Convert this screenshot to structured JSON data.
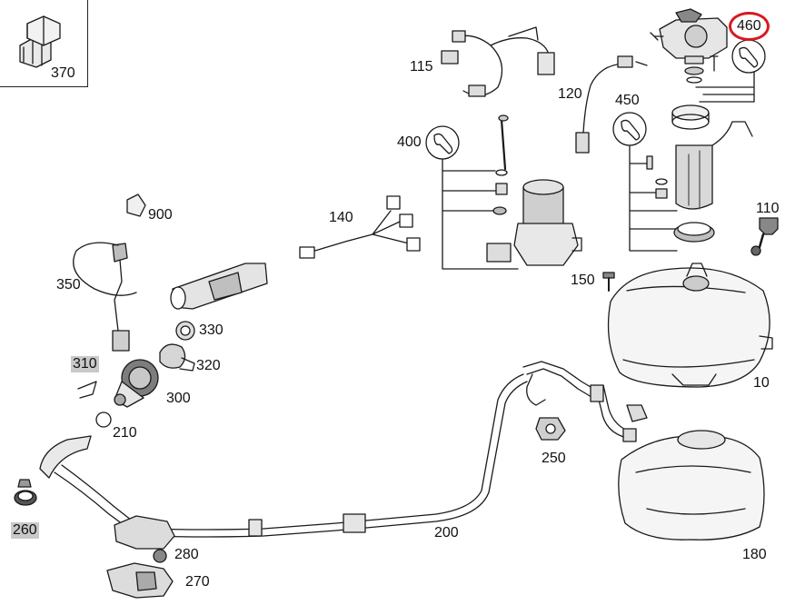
{
  "diagram": {
    "labels": {
      "p370": "370",
      "p460": "460",
      "p115": "115",
      "p120": "120",
      "p450": "450",
      "p400": "400",
      "p900": "900",
      "p140": "140",
      "p110": "110",
      "p350": "350",
      "p150": "150",
      "p330": "330",
      "p310": "310",
      "p320": "320",
      "p300": "300",
      "p10": "10",
      "p210": "210",
      "p250": "250",
      "p260": "260",
      "p200": "200",
      "p180": "180",
      "p280": "280",
      "p270": "270"
    },
    "highlight_color": "#d71920",
    "shade_color": "#c9c9c9",
    "icons": [
      "wrench-icon"
    ]
  }
}
